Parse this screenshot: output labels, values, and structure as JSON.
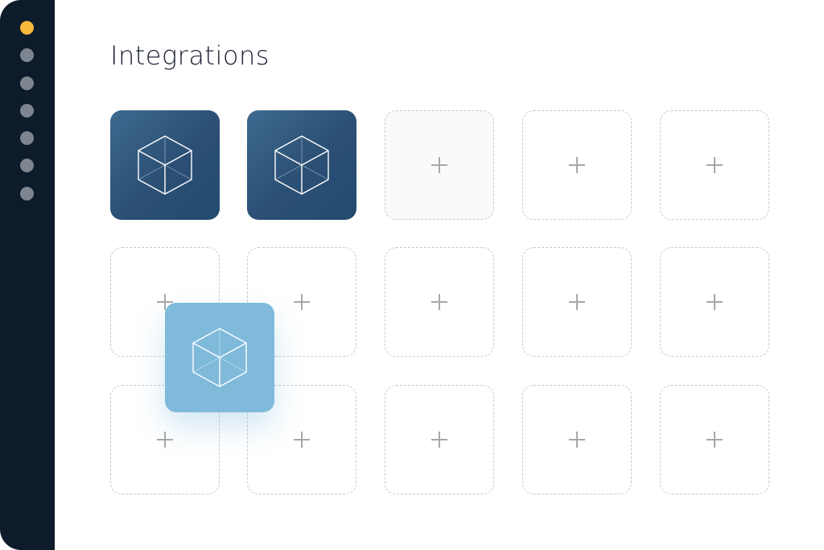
{
  "page": {
    "title": "Integrations"
  },
  "sidebar": {
    "items": [
      {
        "icon": "nav-dot",
        "active": true
      },
      {
        "icon": "nav-dot",
        "active": false
      },
      {
        "icon": "nav-dot",
        "active": false
      },
      {
        "icon": "nav-dot",
        "active": false
      },
      {
        "icon": "nav-dot",
        "active": false
      },
      {
        "icon": "nav-dot",
        "active": false
      },
      {
        "icon": "nav-dot",
        "active": false
      }
    ]
  },
  "grid": {
    "rows": 3,
    "columns": 5,
    "installed_count": 2,
    "add_icon": "plus-icon",
    "integration_icon": "cube-icon"
  },
  "colors": {
    "sidebar": "#0d1b2a",
    "accent_active": "#f6b93b",
    "inactive_dot": "#7c8590",
    "installed_tile": "#2b4f74",
    "dragging_tile": "#7fbadb",
    "slot_border": "#c9c9c9",
    "plus": "#a8a8a8"
  }
}
